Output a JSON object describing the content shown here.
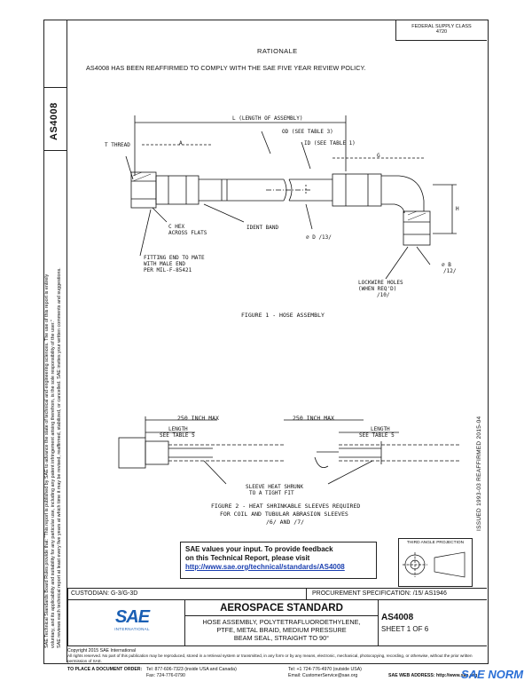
{
  "header": {
    "class_box": [
      "FEDERAL SUPPLY CLASS",
      "4720"
    ],
    "rationale_heading": "RATIONALE",
    "rationale_text": "AS4008 HAS BEEN REAFFIRMED TO COMPLY WITH THE SAE FIVE YEAR REVIEW POLICY."
  },
  "side": {
    "doc_number": "AS4008",
    "right_date": "ISSUED 1993-03    REAFFIRMED 2015-04",
    "legal_lines": [
      "SAE Technical Standards Board Rules provide that: \"This report is published by SAE to advance the state of technical and engineering sciences. The use of this report is entirely",
      "voluntary, and its applicability and suitability for any particular use, including any patent infringement arising therefrom, is the sole responsibility of the user.\"",
      "SAE reviews each technical report at least every five years at which time it may be revised, reaffirmed, stabilized, or cancelled. SAE invites your written comments and suggestions."
    ]
  },
  "figure1": {
    "caption": "FIGURE 1 - HOSE ASSEMBLY",
    "labels": {
      "length": "L (LENGTH OF ASSEMBLY)",
      "od": "OD (SEE TABLE 3)",
      "id": "ID (SEE TABLE 1)",
      "thread": "T THREAD",
      "a": "A",
      "g": "G",
      "h": "H",
      "hex": [
        "C HEX",
        "ACROSS FLATS"
      ],
      "ident": "IDENT BAND",
      "d": "∅ D /13/",
      "fitting": [
        "FITTING END TO MATE",
        "WITH MALE END",
        "PER MIL-F-85421"
      ],
      "b": [
        "∅ B",
        "/12/"
      ],
      "lockwire": [
        "LOCKWIRE HOLES",
        "(WHEN REQ'D)",
        "/10/"
      ]
    }
  },
  "figure2": {
    "caption": [
      "FIGURE 2 - HEAT SHRINKABLE SLEEVES REQUIRED",
      "FOR COIL AND TUBULAR ABRASION SLEEVES",
      "/6/ AND /7/"
    ],
    "labels": {
      "max1": "250 INCH MAX",
      "max2": "250 INCH MAX",
      "len1": [
        "LENGTH",
        "SEE TABLE 5"
      ],
      "len2": [
        "LENGTH",
        "SEE TABLE 5"
      ],
      "sleeve": [
        "SLEEVE HEAT SHRUNK",
        "TO A TIGHT FIT"
      ]
    }
  },
  "feedback": {
    "line1": "SAE values your input. To provide feedback",
    "line2": "on this Technical Report, please visit",
    "url": "http://www.sae.org/technical/standards/AS4008"
  },
  "projection": {
    "label": "THIRD ANGLE PROJECTION"
  },
  "title_block": {
    "custodian": "CUSTODIAN: G-3/G-3D",
    "procurement": "PROCUREMENT SPECIFICATION: /15/ AS1946",
    "heading": "AEROSPACE STANDARD",
    "description": [
      "HOSE ASSEMBLY, POLYTETRAFLUOROETHYLENE,",
      "PTFE, METAL BRAID, MEDIUM PRESSURE",
      "BEAM SEAL, STRAIGHT TO 90°"
    ],
    "doc_number": "AS4008",
    "sheet": "SHEET 1 OF 6",
    "logo_text": "SAE",
    "logo_sub": "INTERNATIONAL"
  },
  "footer": {
    "copyright": "Copyright 2015 SAE International",
    "rights": "All rights reserved. No part of this publication may be reproduced, stored in a retrieval system or transmitted, in any form or by any means, electronic, mechanical, photocopying, recording, or otherwise, without the prior written permission of SAE.",
    "order_label": "TO PLACE A DOCUMENT ORDER:",
    "tel1": "Tel: 877-606-7323 (inside USA and Canada)",
    "tel2": "Tel: +1 724-776-4970 (outside USA)",
    "fax": "Fax: 724-776-0790",
    "email": "Email: CustomerService@sae.org",
    "web": "SAE WEB ADDRESS: http://www.sae.org"
  },
  "watermark": "SAE NORM"
}
